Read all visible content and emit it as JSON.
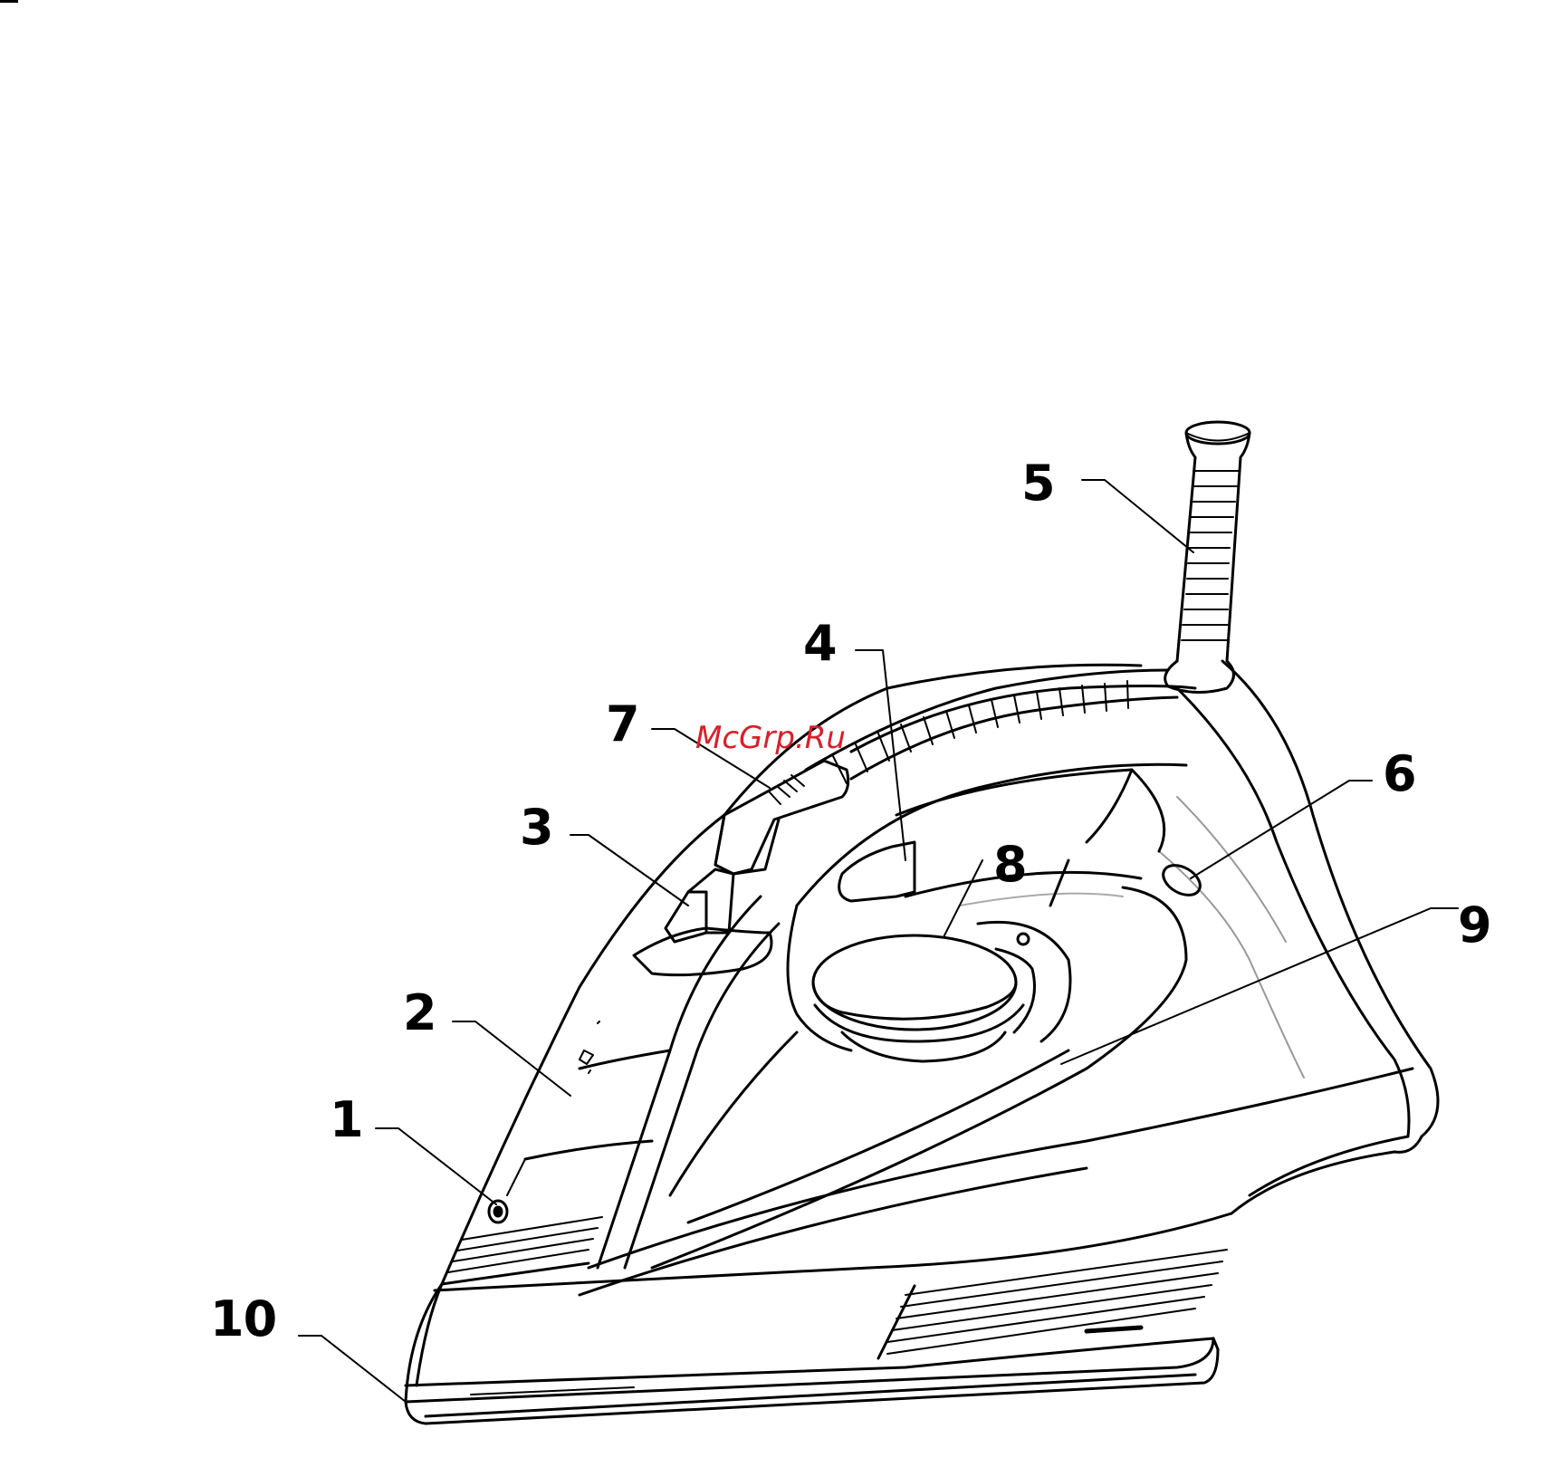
{
  "callouts": {
    "c1": "1",
    "c2": "2",
    "c3": "3",
    "c4": "4",
    "c5": "5",
    "c6": "6",
    "c7": "7",
    "c8": "8",
    "c9": "9",
    "c10": "10"
  },
  "watermark": "McGrp.Ru",
  "colors": {
    "line": "#000000",
    "watermark": "#d9202a",
    "background": "#ffffff"
  }
}
